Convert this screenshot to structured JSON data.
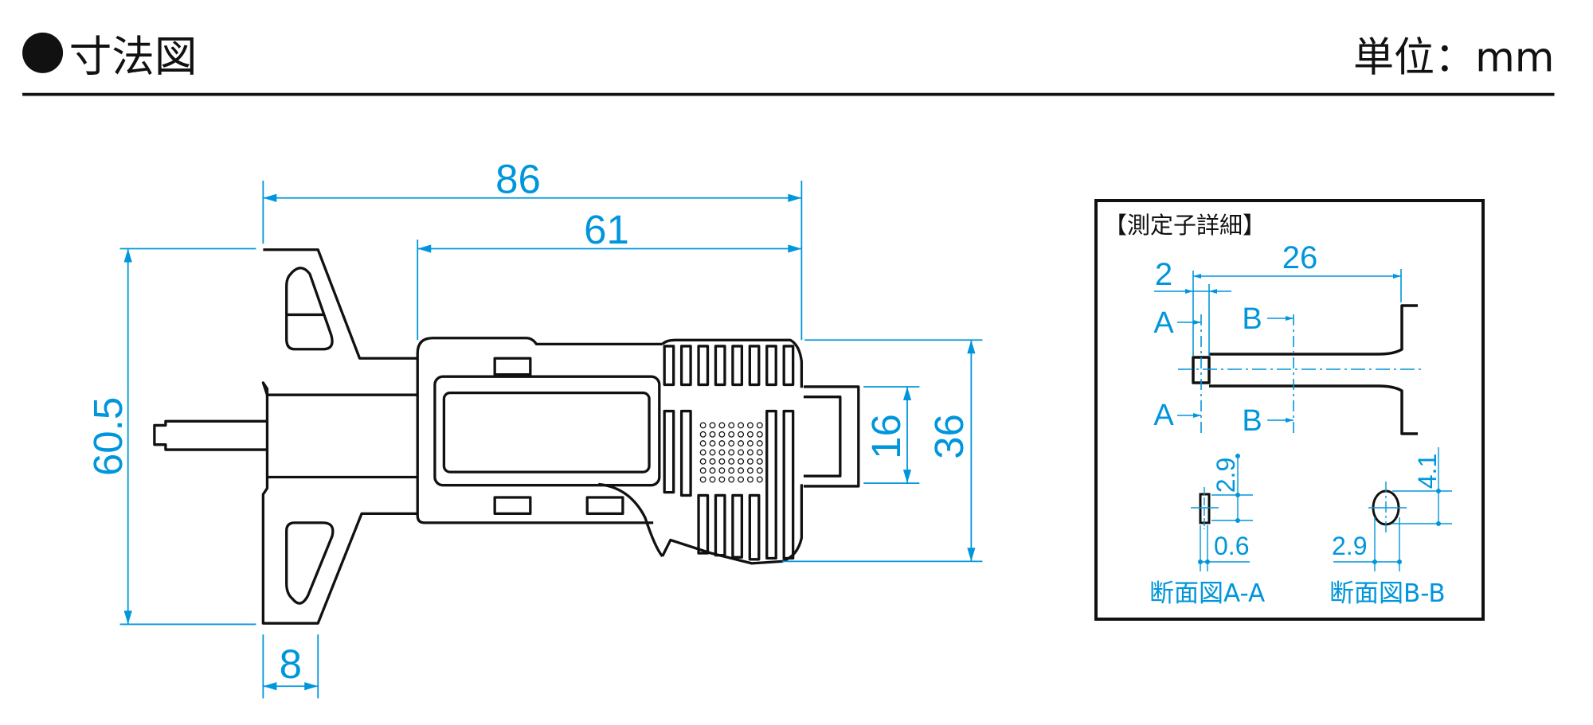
{
  "header": {
    "title": "寸法図",
    "unit_label": "単位：mm"
  },
  "colors": {
    "dimension": "#0096db",
    "outline": "#111111"
  },
  "main_view": {
    "dims": {
      "overall_length": "86",
      "body_length": "61",
      "base_height": "60.5",
      "base_thickness": "8",
      "body_height": "36",
      "cap_height": "16"
    }
  },
  "detail": {
    "title": "【測定子詳細】",
    "dims": {
      "probe_length": "26",
      "tip_length": "2",
      "a_thickness_height": "2.9",
      "a_width": "0.6",
      "b_height": "4.1",
      "b_width": "2.9"
    },
    "section_marks": {
      "a": "A",
      "b": "B"
    },
    "section_a_caption": "断面図A-A",
    "section_b_caption": "断面図B-B"
  }
}
